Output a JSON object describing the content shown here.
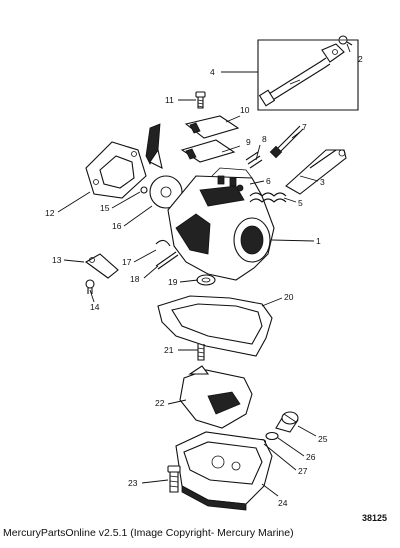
{
  "diagram": {
    "figure_number": "38125",
    "footer_text": "MercuryPartsOnline v2.5.1 (Image Copyright- Mercury Marine)",
    "callouts": [
      {
        "id": "1",
        "label": "1"
      },
      {
        "id": "2",
        "label": "2"
      },
      {
        "id": "3",
        "label": "3"
      },
      {
        "id": "4",
        "label": "4"
      },
      {
        "id": "5",
        "label": "5"
      },
      {
        "id": "6",
        "label": "6"
      },
      {
        "id": "7",
        "label": "7"
      },
      {
        "id": "8",
        "label": "8"
      },
      {
        "id": "9",
        "label": "9"
      },
      {
        "id": "10",
        "label": "10"
      },
      {
        "id": "11",
        "label": "11"
      },
      {
        "id": "12",
        "label": "12"
      },
      {
        "id": "13",
        "label": "13"
      },
      {
        "id": "14",
        "label": "14"
      },
      {
        "id": "15",
        "label": "15"
      },
      {
        "id": "16",
        "label": "16"
      },
      {
        "id": "17",
        "label": "17"
      },
      {
        "id": "18",
        "label": "18"
      },
      {
        "id": "19",
        "label": "19"
      },
      {
        "id": "20",
        "label": "20"
      },
      {
        "id": "21",
        "label": "21"
      },
      {
        "id": "22",
        "label": "22"
      },
      {
        "id": "23",
        "label": "23"
      },
      {
        "id": "24",
        "label": "24"
      },
      {
        "id": "25",
        "label": "25"
      },
      {
        "id": "26",
        "label": "26"
      },
      {
        "id": "27",
        "label": "27"
      }
    ]
  }
}
